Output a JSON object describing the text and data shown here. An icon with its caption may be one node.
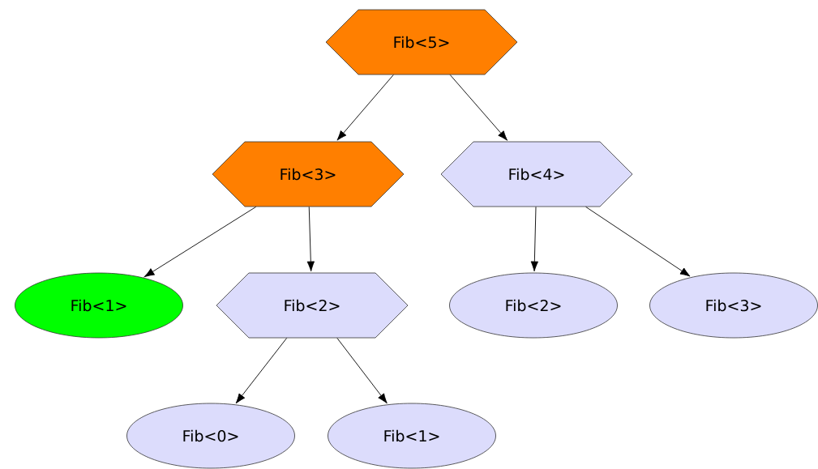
{
  "diagram": {
    "nodes": [
      {
        "text": [
          "Fib<5>"
        ]
      },
      {
        "text": [
          "Fib<3>"
        ]
      },
      {
        "text": [
          "Fib<4>"
        ]
      },
      {
        "text": [
          "Fib<1>"
        ]
      },
      {
        "text": [
          "Fib<2>"
        ]
      },
      {
        "text": [
          "Fib<2>"
        ]
      },
      {
        "text": [
          "Fib<3>"
        ]
      },
      {
        "text": [
          "Fib<0>"
        ]
      },
      {
        "text": [
          "Fib<1>"
        ]
      }
    ],
    "edges": [
      {
        "from": 0,
        "to": 1,
        "arrow": "to"
      },
      {
        "from": 0,
        "to": 2,
        "arrow": "to"
      },
      {
        "from": 1,
        "to": 3,
        "arrow": "to"
      },
      {
        "from": 1,
        "to": 4,
        "arrow": "to"
      },
      {
        "from": 2,
        "to": 5,
        "arrow": "to"
      },
      {
        "from": 2,
        "to": 6,
        "arrow": "to"
      },
      {
        "from": 4,
        "to": 7,
        "arrow": "to"
      },
      {
        "from": 4,
        "to": 8,
        "arrow": "to"
      }
    ]
  }
}
